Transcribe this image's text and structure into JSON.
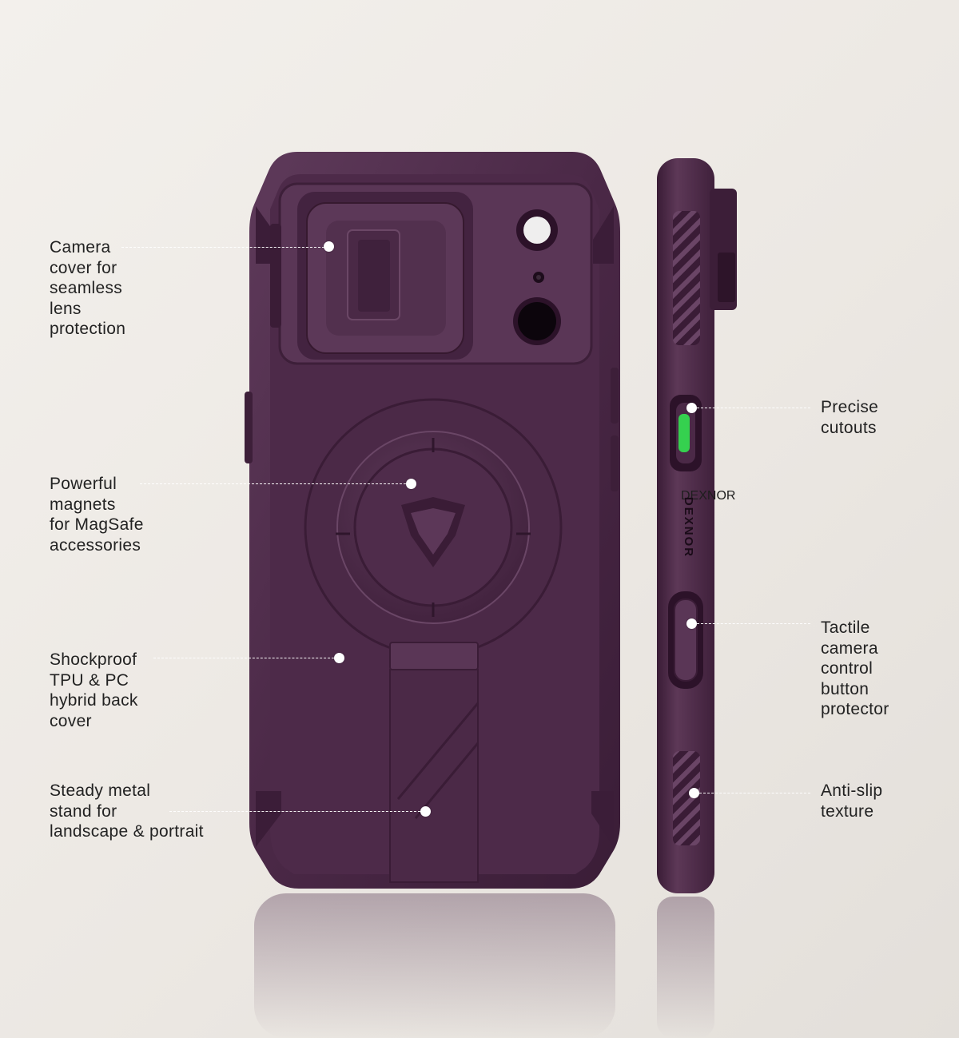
{
  "product": {
    "brand_mark": "DEXNOR",
    "case_color": "#4a2747",
    "accent_green": "#35d14f",
    "background": "#eeebe7"
  },
  "callouts": {
    "camera_cover": "Camera\ncover for\nseamless\nlens\nprotection",
    "magnets": "Powerful\nmagnets\nfor MagSafe\naccessories",
    "shockproof": "Shockproof\nTPU & PC\nhybrid back\ncover",
    "stand": "Steady metal\nstand for\nlandscape & portrait",
    "cutouts": "Precise\ncutouts",
    "camera_control": "Tactile\ncamera\ncontrol\nbutton\nprotector",
    "anti_slip": "Anti-slip\ntexture"
  }
}
